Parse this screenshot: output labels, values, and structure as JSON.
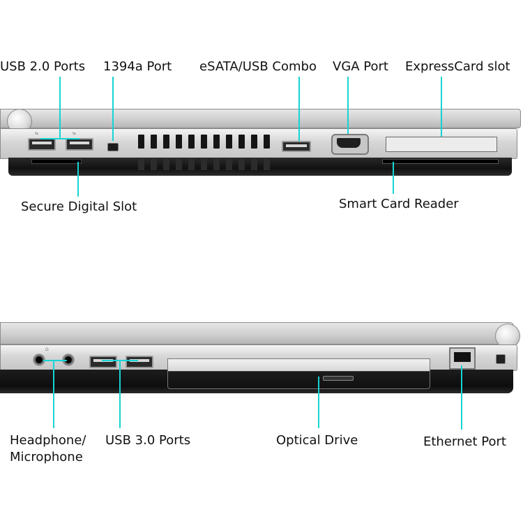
{
  "top_labels": {
    "usb2": "USB 2.0 Ports",
    "firewire": "1394a Port",
    "esata": "eSATA/USB Combo",
    "vga": "VGA Port",
    "expresscard": "ExpressCard slot",
    "sd": "Secure Digital Slot",
    "smartcard": "Smart Card Reader"
  },
  "bottom_labels": {
    "audio_line1": "Headphone/",
    "audio_line2": "Microphone",
    "usb3": "USB 3.0 Ports",
    "optical": "Optical Drive",
    "ethernet": "Ethernet Port"
  },
  "colors": {
    "leader": "#16d4d4"
  }
}
